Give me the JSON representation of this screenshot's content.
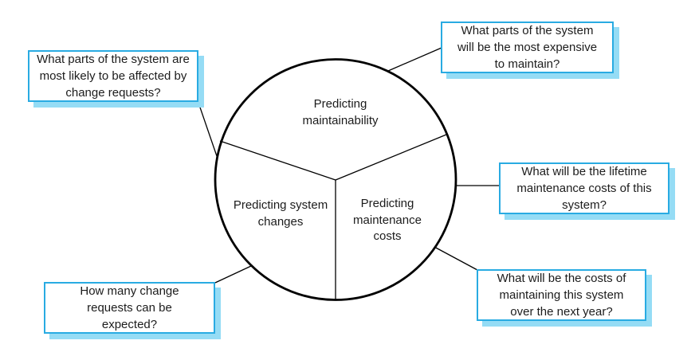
{
  "diagram": {
    "kind": "maintenance-prediction",
    "colors": {
      "callout_border": "#29abe2",
      "callout_shadow": "#95dcf5",
      "circle_stroke": "#000000",
      "text": "#1c1c1c"
    },
    "sectors": [
      {
        "id": "maintainability",
        "label": "Predicting\nmaintainability"
      },
      {
        "id": "system-changes",
        "label": "Predicting system\nchanges"
      },
      {
        "id": "maintenance-costs",
        "label": "Predicting\nmaintenance\ncosts"
      }
    ],
    "callouts": [
      {
        "id": "change-affected-parts",
        "text": "What parts of the system are\nmost likely to be affected by\nchange requests?"
      },
      {
        "id": "most-expensive-parts",
        "text": "What parts of the system\nwill be the most expensive\nto maintain?"
      },
      {
        "id": "lifetime-costs",
        "text": "What will be the lifetime\nmaintenance costs of this\nsystem?"
      },
      {
        "id": "next-year-costs",
        "text": "What will be the costs of\nmaintaining this system\nover the next year?"
      },
      {
        "id": "change-request-count",
        "text": "How many change\nrequests can be\nexpected?"
      }
    ]
  }
}
